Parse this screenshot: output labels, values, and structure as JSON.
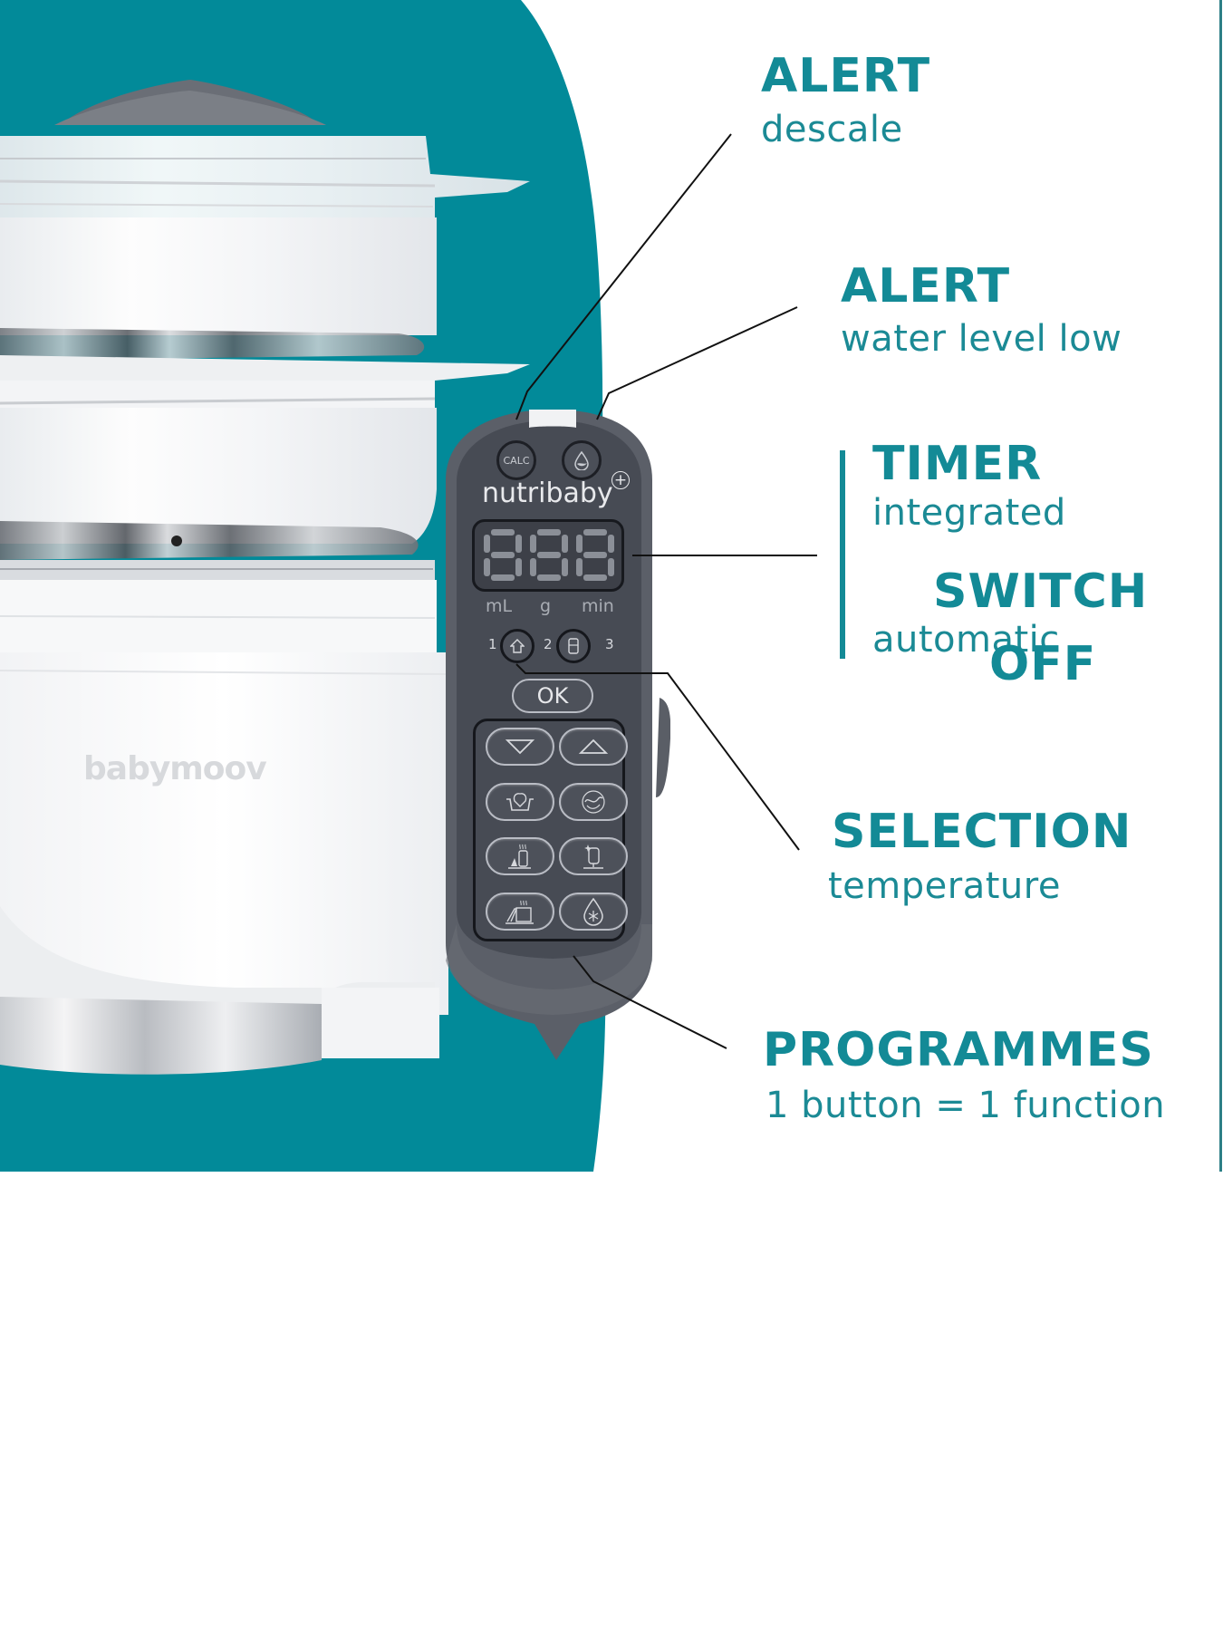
{
  "colors": {
    "brand_teal": "#028a99",
    "label_teal": "#138a96",
    "panel_gray": "#4a4e57",
    "panel_border": "#5c6069",
    "leader_line": "#111111"
  },
  "product": {
    "body_logo": "babymoov",
    "panel_logo": "nutribaby",
    "panel_logo_badge": "+",
    "display_digits": "888",
    "units": [
      "mL",
      "g",
      "min"
    ],
    "speed_numbers": [
      "1",
      "2",
      "3"
    ],
    "top_buttons": [
      {
        "name": "calc",
        "label": "CALC",
        "icon": "calc-text"
      },
      {
        "name": "water",
        "label": "",
        "icon": "water-drop-icon"
      }
    ],
    "mode_buttons": [
      {
        "name": "home",
        "icon": "house-icon"
      },
      {
        "name": "fridge",
        "icon": "fridge-icon"
      }
    ],
    "ok_label": "OK",
    "keypad": [
      {
        "name": "down",
        "icon": "triangle-down-icon"
      },
      {
        "name": "up",
        "icon": "triangle-up-icon"
      },
      {
        "name": "steam",
        "icon": "steam-pot-icon"
      },
      {
        "name": "blend",
        "icon": "blend-swirl-icon"
      },
      {
        "name": "bottle-warm",
        "icon": "bottle-warm-icon"
      },
      {
        "name": "sterilize",
        "icon": "sterilize-bottle-icon"
      },
      {
        "name": "reheat",
        "icon": "reheat-icon"
      },
      {
        "name": "defrost",
        "icon": "defrost-drop-icon"
      }
    ]
  },
  "callouts": [
    {
      "id": "alert-descale",
      "title": "ALERT",
      "subtitle": "descale"
    },
    {
      "id": "alert-water",
      "title": "ALERT",
      "subtitle": "water level low"
    },
    {
      "id": "timer",
      "title": "TIMER",
      "subtitle": "integrated"
    },
    {
      "id": "switch-off",
      "title_line1": "SWITCH",
      "subtitle": "automatic",
      "title_line2": "OFF"
    },
    {
      "id": "selection",
      "title": "SELECTION",
      "subtitle": "temperature"
    },
    {
      "id": "programmes",
      "title": "PROGRAMMES",
      "subtitle": "1 button = 1 function"
    }
  ]
}
